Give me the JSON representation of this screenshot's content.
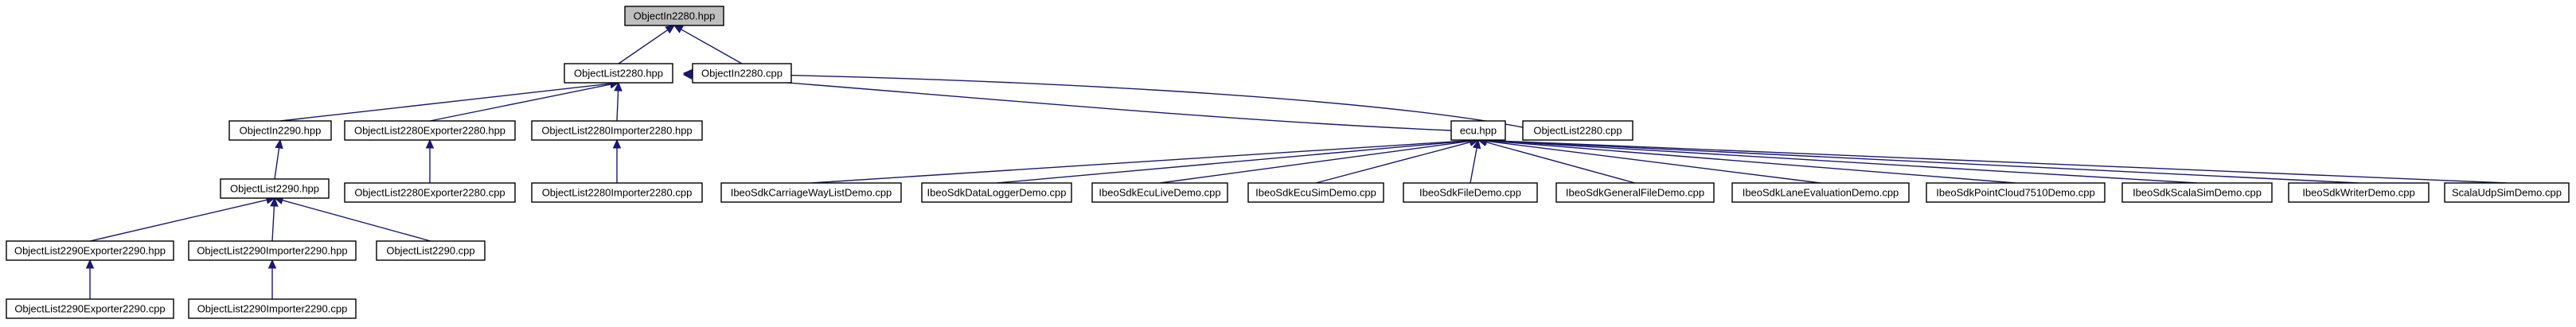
{
  "colors": {
    "edge": "#191970",
    "node_fill": "#ffffff",
    "root_fill": "#bfbfbf",
    "node_border": "#000000",
    "background": "#ffffff"
  },
  "nodes": [
    {
      "id": "n_objectin2280_hpp",
      "label": "ObjectIn2280.hpp",
      "root": true
    },
    {
      "id": "n_objectlist2280_hpp",
      "label": "ObjectList2280.hpp"
    },
    {
      "id": "n_objectin2280_cpp",
      "label": "ObjectIn2280.cpp"
    },
    {
      "id": "n_objectin2290_hpp",
      "label": "ObjectIn2290.hpp"
    },
    {
      "id": "n_exporter2280_hpp",
      "label": "ObjectList2280Exporter2280.hpp"
    },
    {
      "id": "n_importer2280_hpp",
      "label": "ObjectList2280Importer2280.hpp"
    },
    {
      "id": "n_ecu_hpp",
      "label": "ecu.hpp"
    },
    {
      "id": "n_objectlist2280_cpp",
      "label": "ObjectList2280.cpp"
    },
    {
      "id": "n_objectlist2290_hpp",
      "label": "ObjectList2290.hpp"
    },
    {
      "id": "n_exporter2280_cpp",
      "label": "ObjectList2280Exporter2280.cpp"
    },
    {
      "id": "n_importer2280_cpp",
      "label": "ObjectList2280Importer2280.cpp"
    },
    {
      "id": "n_demo_carriageway",
      "label": "IbeoSdkCarriageWayListDemo.cpp"
    },
    {
      "id": "n_demo_datalogger",
      "label": "IbeoSdkDataLoggerDemo.cpp"
    },
    {
      "id": "n_demo_eculive",
      "label": "IbeoSdkEcuLiveDemo.cpp"
    },
    {
      "id": "n_demo_ecusim",
      "label": "IbeoSdkEcuSimDemo.cpp"
    },
    {
      "id": "n_demo_file",
      "label": "IbeoSdkFileDemo.cpp"
    },
    {
      "id": "n_demo_generalfile",
      "label": "IbeoSdkGeneralFileDemo.cpp"
    },
    {
      "id": "n_demo_laneeval",
      "label": "IbeoSdkLaneEvaluationDemo.cpp"
    },
    {
      "id": "n_demo_pointcloud",
      "label": "IbeoSdkPointCloud7510Demo.cpp"
    },
    {
      "id": "n_demo_scalasim",
      "label": "IbeoSdkScalaSimDemo.cpp"
    },
    {
      "id": "n_demo_writer",
      "label": "IbeoSdkWriterDemo.cpp"
    },
    {
      "id": "n_demo_scalaudp",
      "label": "ScalaUdpSimDemo.cpp"
    },
    {
      "id": "n_exporter2290_hpp",
      "label": "ObjectList2290Exporter2290.hpp"
    },
    {
      "id": "n_importer2290_hpp",
      "label": "ObjectList2290Importer2290.hpp"
    },
    {
      "id": "n_objectlist2290_cpp",
      "label": "ObjectList2290.cpp"
    },
    {
      "id": "n_exporter2290_cpp",
      "label": "ObjectList2290Exporter2290.cpp"
    },
    {
      "id": "n_importer2290_cpp",
      "label": "ObjectList2290Importer2290.cpp"
    }
  ],
  "edges": [
    {
      "from": "n_objectlist2280_hpp",
      "to": "n_objectin2280_hpp"
    },
    {
      "from": "n_objectin2280_cpp",
      "to": "n_objectin2280_hpp"
    },
    {
      "from": "n_objectin2290_hpp",
      "to": "n_objectlist2280_hpp"
    },
    {
      "from": "n_exporter2280_hpp",
      "to": "n_objectlist2280_hpp"
    },
    {
      "from": "n_importer2280_hpp",
      "to": "n_objectlist2280_hpp"
    },
    {
      "from": "n_ecu_hpp",
      "to": "n_objectlist2280_hpp"
    },
    {
      "from": "n_objectlist2280_cpp",
      "to": "n_objectlist2280_hpp"
    },
    {
      "from": "n_objectlist2290_hpp",
      "to": "n_objectin2290_hpp"
    },
    {
      "from": "n_exporter2280_cpp",
      "to": "n_exporter2280_hpp"
    },
    {
      "from": "n_importer2280_cpp",
      "to": "n_importer2280_hpp"
    },
    {
      "from": "n_demo_carriageway",
      "to": "n_ecu_hpp"
    },
    {
      "from": "n_demo_datalogger",
      "to": "n_ecu_hpp"
    },
    {
      "from": "n_demo_eculive",
      "to": "n_ecu_hpp"
    },
    {
      "from": "n_demo_ecusim",
      "to": "n_ecu_hpp"
    },
    {
      "from": "n_demo_file",
      "to": "n_ecu_hpp"
    },
    {
      "from": "n_demo_generalfile",
      "to": "n_ecu_hpp"
    },
    {
      "from": "n_demo_laneeval",
      "to": "n_ecu_hpp"
    },
    {
      "from": "n_demo_pointcloud",
      "to": "n_ecu_hpp"
    },
    {
      "from": "n_demo_scalasim",
      "to": "n_ecu_hpp"
    },
    {
      "from": "n_demo_writer",
      "to": "n_ecu_hpp"
    },
    {
      "from": "n_demo_scalaudp",
      "to": "n_ecu_hpp"
    },
    {
      "from": "n_exporter2290_hpp",
      "to": "n_objectlist2290_hpp"
    },
    {
      "from": "n_importer2290_hpp",
      "to": "n_objectlist2290_hpp"
    },
    {
      "from": "n_objectlist2290_cpp",
      "to": "n_objectlist2290_hpp"
    },
    {
      "from": "n_exporter2290_cpp",
      "to": "n_exporter2290_hpp"
    },
    {
      "from": "n_importer2290_cpp",
      "to": "n_importer2290_hpp"
    }
  ]
}
